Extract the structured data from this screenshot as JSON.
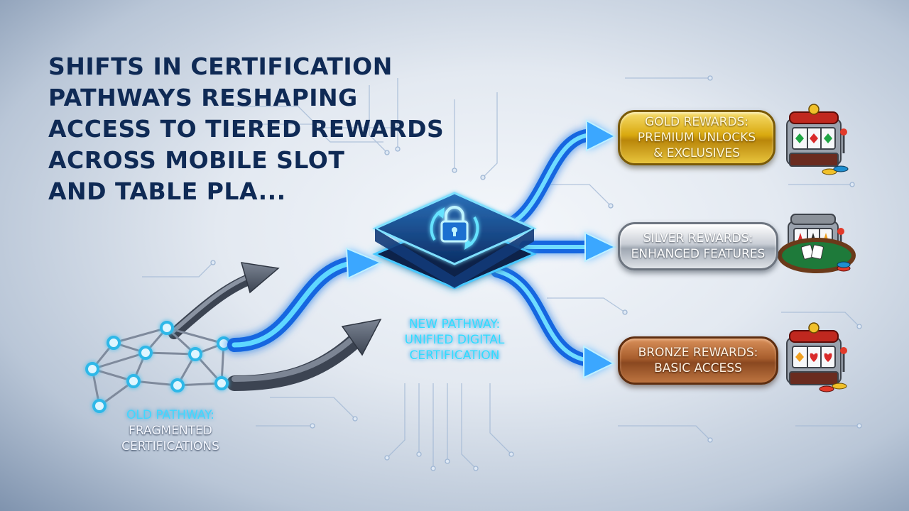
{
  "title": {
    "lines": [
      "SHIFTS IN CERTIFICATION",
      "PATHWAYS RESHAPING",
      "ACCESS TO TIERED REWARDS",
      "ACROSS MOBILE SLOT",
      "AND TABLE PLA..."
    ]
  },
  "old_pathway": {
    "line1": "OLD PATHWAY:",
    "line2": "FRAGMENTED",
    "line3": "CERTIFICATIONS"
  },
  "new_pathway": {
    "line1": "NEW PATHWAY:",
    "line2": "UNIFIED DIGITAL",
    "line3": "CERTIFICATION"
  },
  "tiers": {
    "gold": {
      "line1": "GOLD REWARDS:",
      "line2": "PREMIUM UNLOCKS",
      "line3": "& EXCLUSIVES",
      "icon": "slot-machine-icon"
    },
    "silver": {
      "line1": "SILVER REWARDS:",
      "line2": "ENHANCED FEATURES",
      "icon": "slot-machine-table-icon"
    },
    "bronze": {
      "line1": "BRONZE REWARDS:",
      "line2": "BASIC ACCESS",
      "icon": "slot-machine-icon"
    }
  },
  "colors": {
    "title": "#0f2a55",
    "glow": "#2fdcff",
    "gold": "#d9a90f",
    "silver": "#c9ced6",
    "bronze": "#a85e2d"
  }
}
